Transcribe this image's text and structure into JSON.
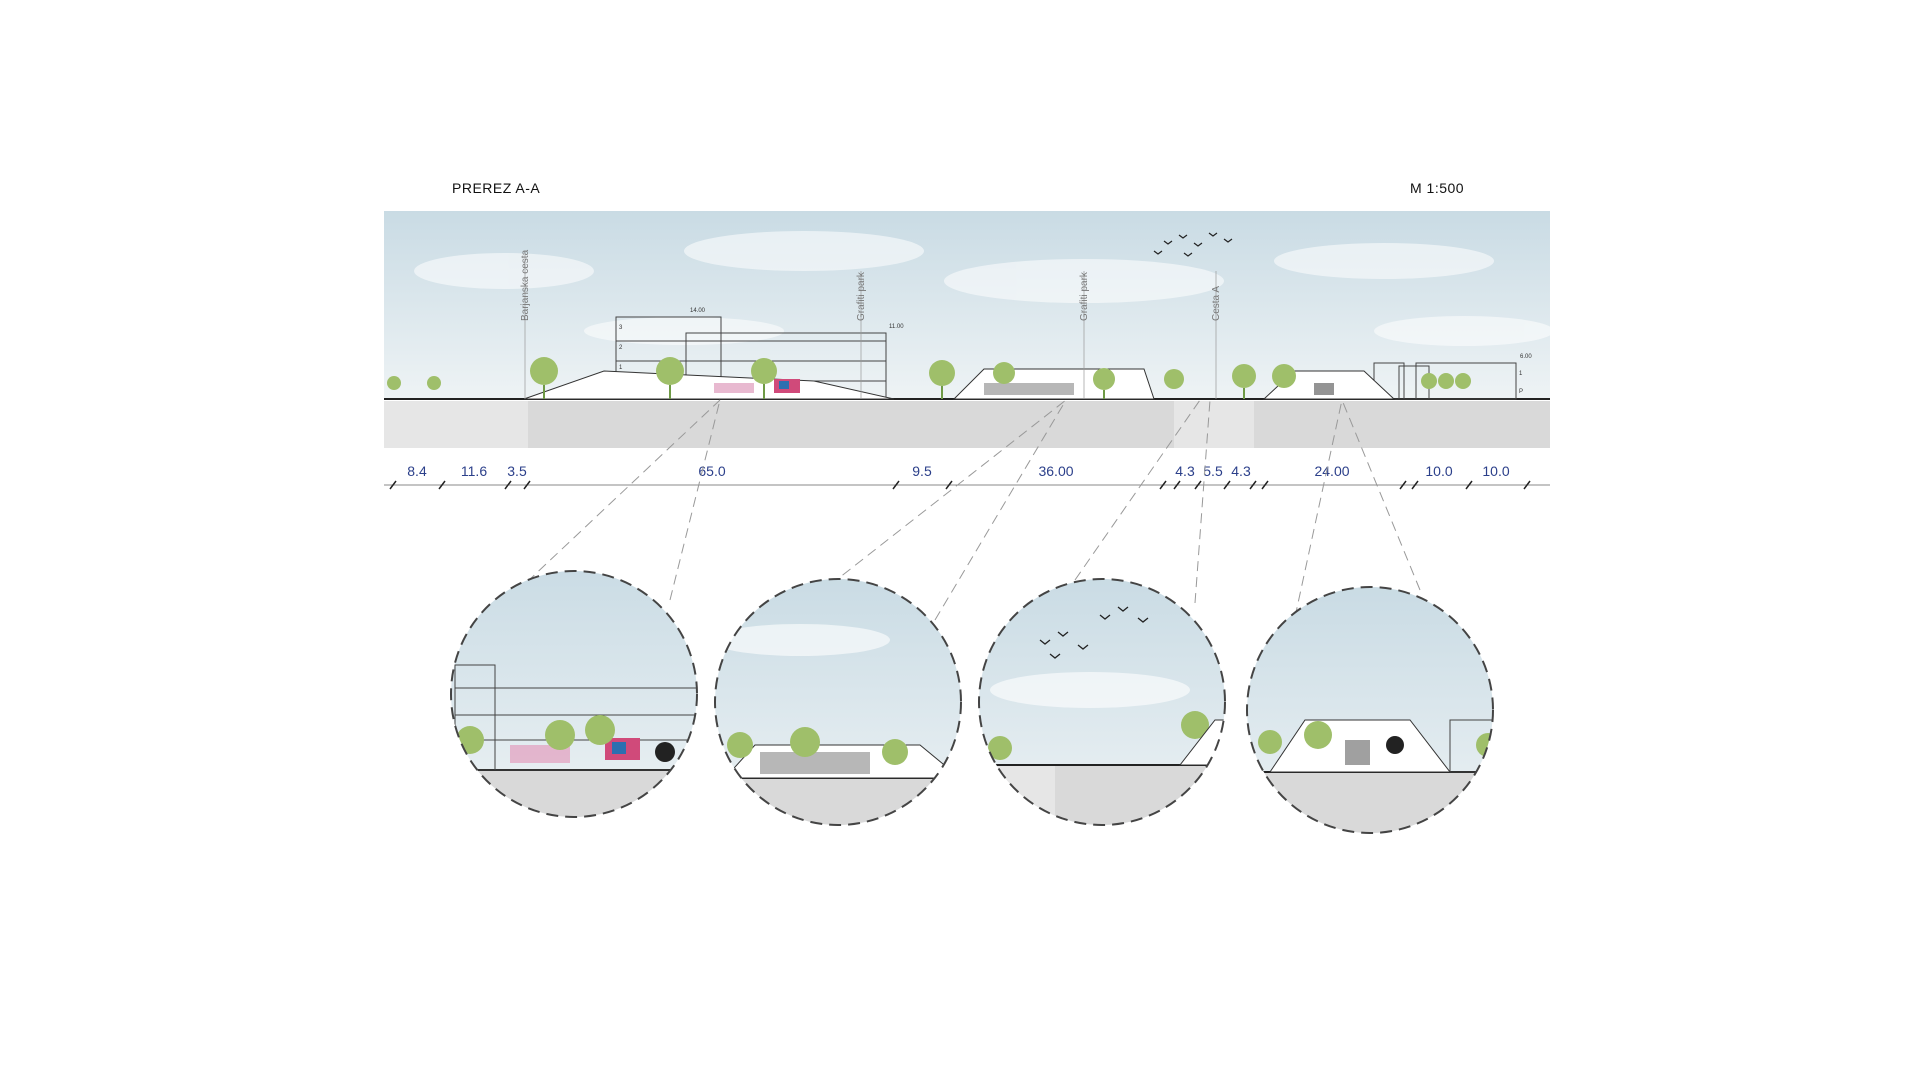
{
  "header": {
    "section_title": "PREREZ A-A",
    "scale": "M 1:500"
  },
  "section": {
    "vertical_labels": [
      "Barjanska cesta",
      "Grafiti park",
      "Grafiti park",
      "Cesta A"
    ],
    "height_labels": [
      "14.00",
      "11.00",
      "6.00"
    ],
    "floor_labels": [
      "3",
      "2",
      "1",
      "1",
      "P"
    ]
  },
  "dimensions": [
    "8.4",
    "11.6",
    "3.5",
    "65.0",
    "9.5",
    "36.00",
    "4.3",
    "5.5",
    "4.3",
    "24.00",
    "10.0",
    "10.0"
  ],
  "details": {
    "count": 4
  },
  "colors": {
    "sky_top": "#c9dbe4",
    "sky_bottom": "#eef3f5",
    "ground": "#d9d9d9",
    "tree": "#9fbf6a",
    "tree_dark": "#6f9a46",
    "dimension_text": "#2b3f8a",
    "outline": "#333333"
  }
}
